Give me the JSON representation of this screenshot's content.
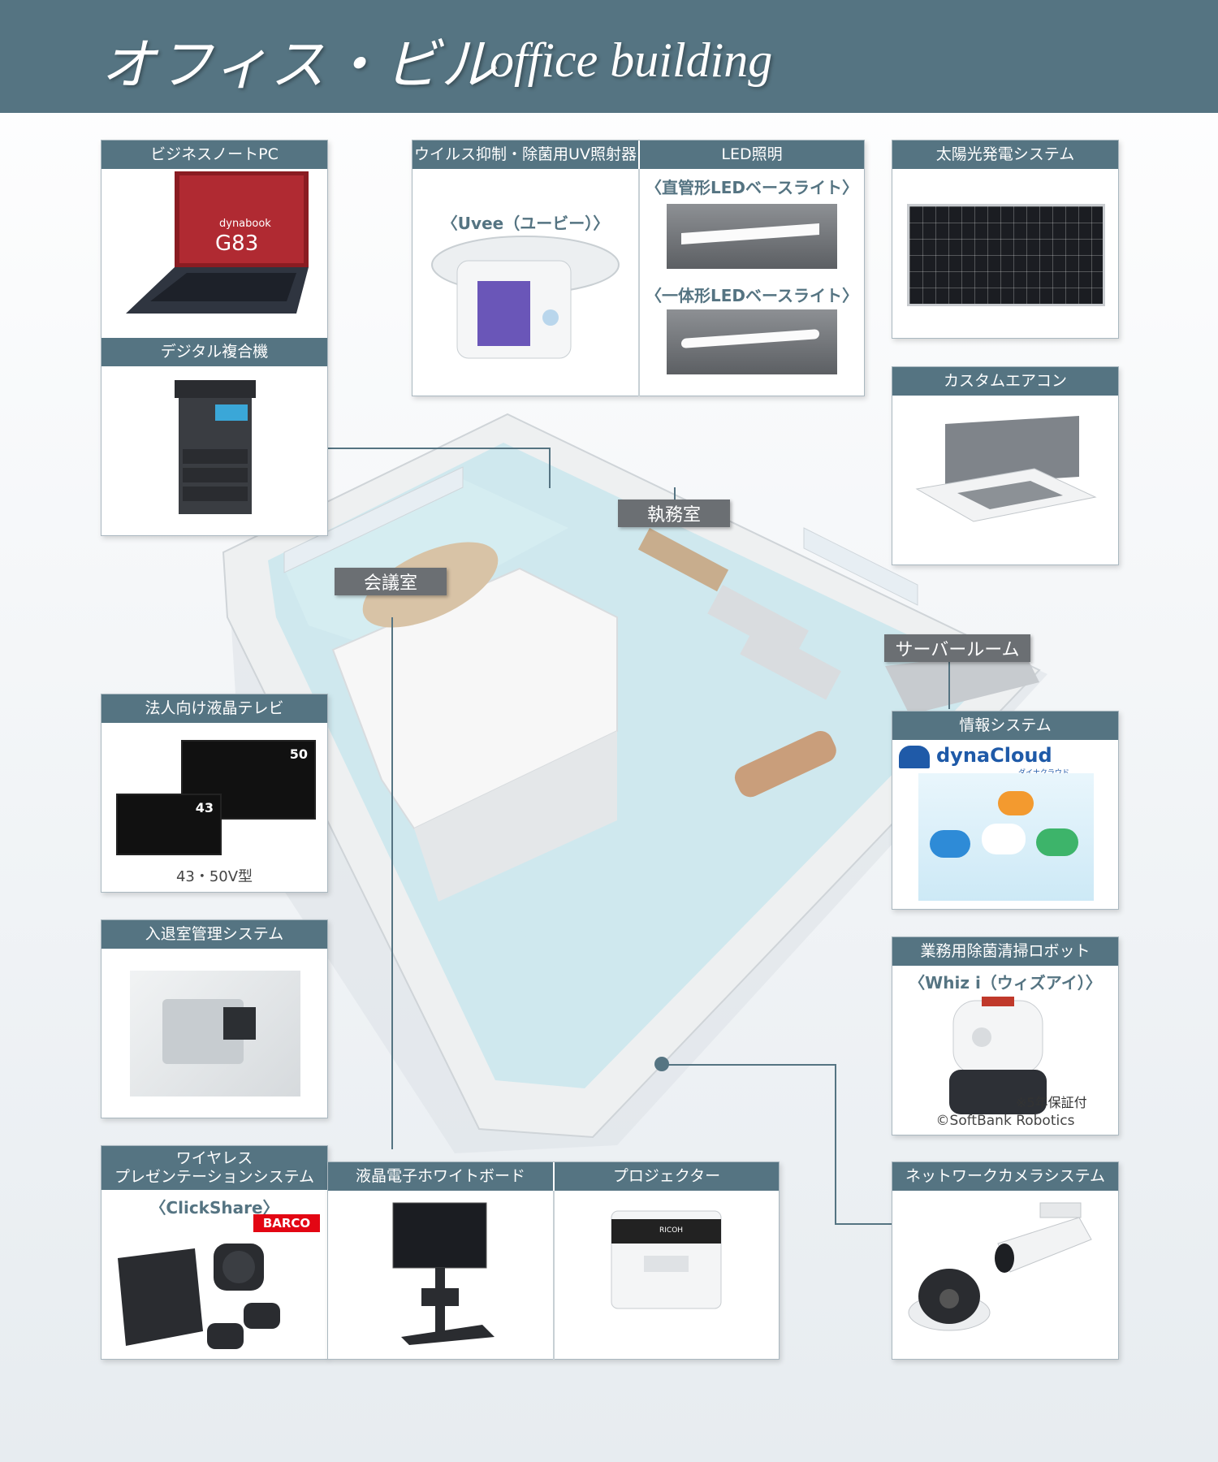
{
  "header": {
    "title_jp": "オフィス・ビル",
    "title_en": "office building"
  },
  "floor_labels": {
    "meeting": "会議室",
    "office": "執務室",
    "server": "サーバールーム"
  },
  "cards": {
    "notebook": {
      "title": "ビジネスノートPC",
      "brand": "dynabook",
      "model": "G83"
    },
    "mfp": {
      "title": "デジタル複合機"
    },
    "uv": {
      "title": "ウイルス抑制・除菌用UV照射器",
      "sub": "〈Uvee（ユービー）〉"
    },
    "led": {
      "title": "LED照明",
      "sub1": "〈直管形LEDベースライト〉",
      "sub2": "〈一体形LEDベースライト〉"
    },
    "solar": {
      "title": "太陽光発電システム"
    },
    "aircon": {
      "title": "カスタムエアコン"
    },
    "tv": {
      "title": "法人向け液晶テレビ",
      "size_large": "50",
      "size_small": "43",
      "caption": "43・50V型"
    },
    "info": {
      "title": "情報システム",
      "brand": "dynaCloud",
      "brand_kana": "ダイナクラウド"
    },
    "access": {
      "title": "入退室管理システム"
    },
    "robot": {
      "title": "業務用除菌清掃ロボット",
      "sub": "〈Whiz i（ウィズアイ）〉",
      "note": "※5年保証付",
      "credit": "©SoftBank Robotics"
    },
    "wireless": {
      "title_line1": "ワイヤレス",
      "title_line2": "プレゼンテーションシステム",
      "sub": "〈ClickShare〉",
      "brand": "BARCO"
    },
    "whiteboard": {
      "title": "液晶電子ホワイトボード"
    },
    "projector": {
      "title": "プロジェクター",
      "brand": "RICOH"
    },
    "camera": {
      "title": "ネットワークカメラシステム"
    }
  },
  "colors": {
    "header": "#557482",
    "floor": "#cfe8ee",
    "wall": "#f3f4f5",
    "label": "#6b6f73"
  }
}
